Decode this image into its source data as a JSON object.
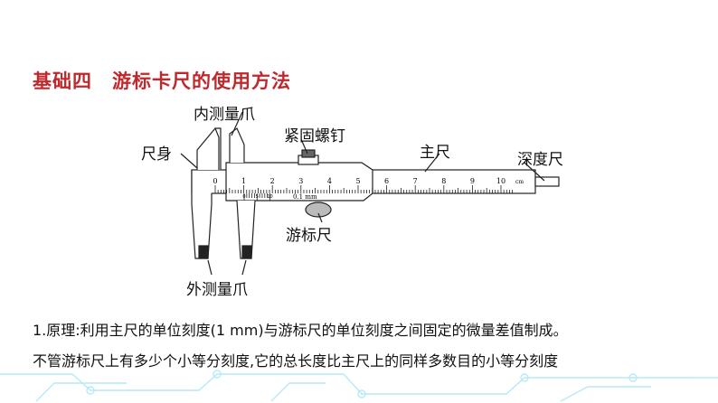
{
  "section": {
    "number_label": "基础四",
    "title": "游标卡尺的使用方法"
  },
  "figure": {
    "labels": {
      "inner_jaws": "内测量爪",
      "locking_screw": "紧固螺钉",
      "frame": "尺身",
      "main_scale": "主尺",
      "depth_rod": "深度尺",
      "vernier_scale": "游标尺",
      "outer_jaws": "外测量爪"
    },
    "main_scale_ticks": [
      "0",
      "1",
      "2",
      "3",
      "4",
      "5",
      "6",
      "7",
      "8",
      "9",
      "10"
    ],
    "main_scale_unit": "cm",
    "vernier_ticks": [
      "0",
      "5",
      "10"
    ],
    "vernier_precision": "0.1 mm"
  },
  "text": {
    "line1": "1.原理:利用主尺的单位刻度(1 mm)与游标尺的单位刻度之间固定的微量差值制成。",
    "line2": "不管游标尺上有多少个小等分刻度,它的总长度比主尺上的同样多数目的小等分刻度"
  },
  "colors": {
    "title": "#c0282c",
    "accent_band": "#2ec6e6"
  }
}
